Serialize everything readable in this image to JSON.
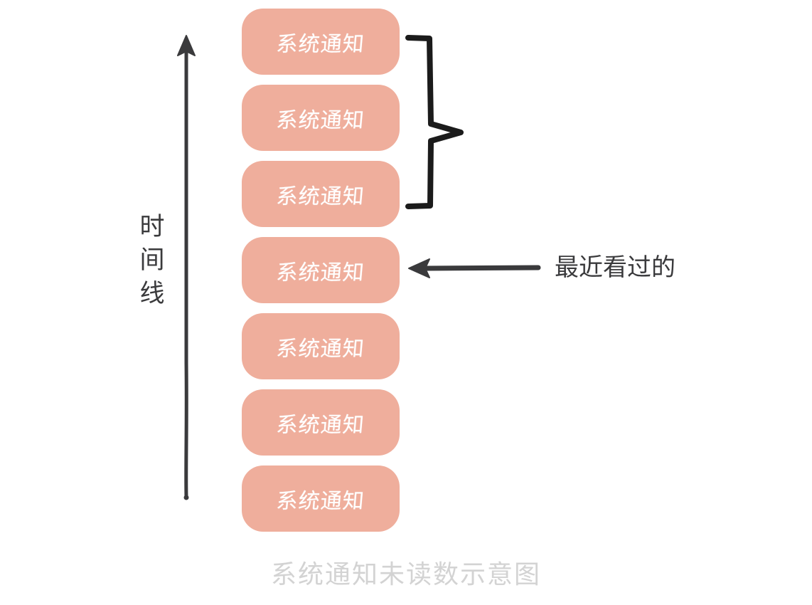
{
  "diagram": {
    "caption": "系统通知未读数示意图",
    "axis": {
      "label": "时\n间\n线",
      "direction": "up",
      "icon": "up-arrow-icon"
    },
    "cards": [
      {
        "label": "系统通知"
      },
      {
        "label": "系统通知"
      },
      {
        "label": "系统通知"
      },
      {
        "label": "系统通知"
      },
      {
        "label": "系统通知"
      },
      {
        "label": "系统通知"
      },
      {
        "label": "系统通知"
      }
    ],
    "annotations": {
      "brace": {
        "icon": "curly-brace-icon",
        "spans_cards": [
          1,
          2,
          3
        ]
      },
      "arrow": {
        "icon": "left-arrow-icon",
        "label": "最近看过的",
        "points_to_card": 4
      }
    },
    "colors": {
      "card_fill": "#EFAE9C",
      "card_text": "#FFFFFF",
      "ink": "#3A3A3C",
      "caption": "#D3D3D3",
      "background": "#FFFFFF"
    }
  }
}
